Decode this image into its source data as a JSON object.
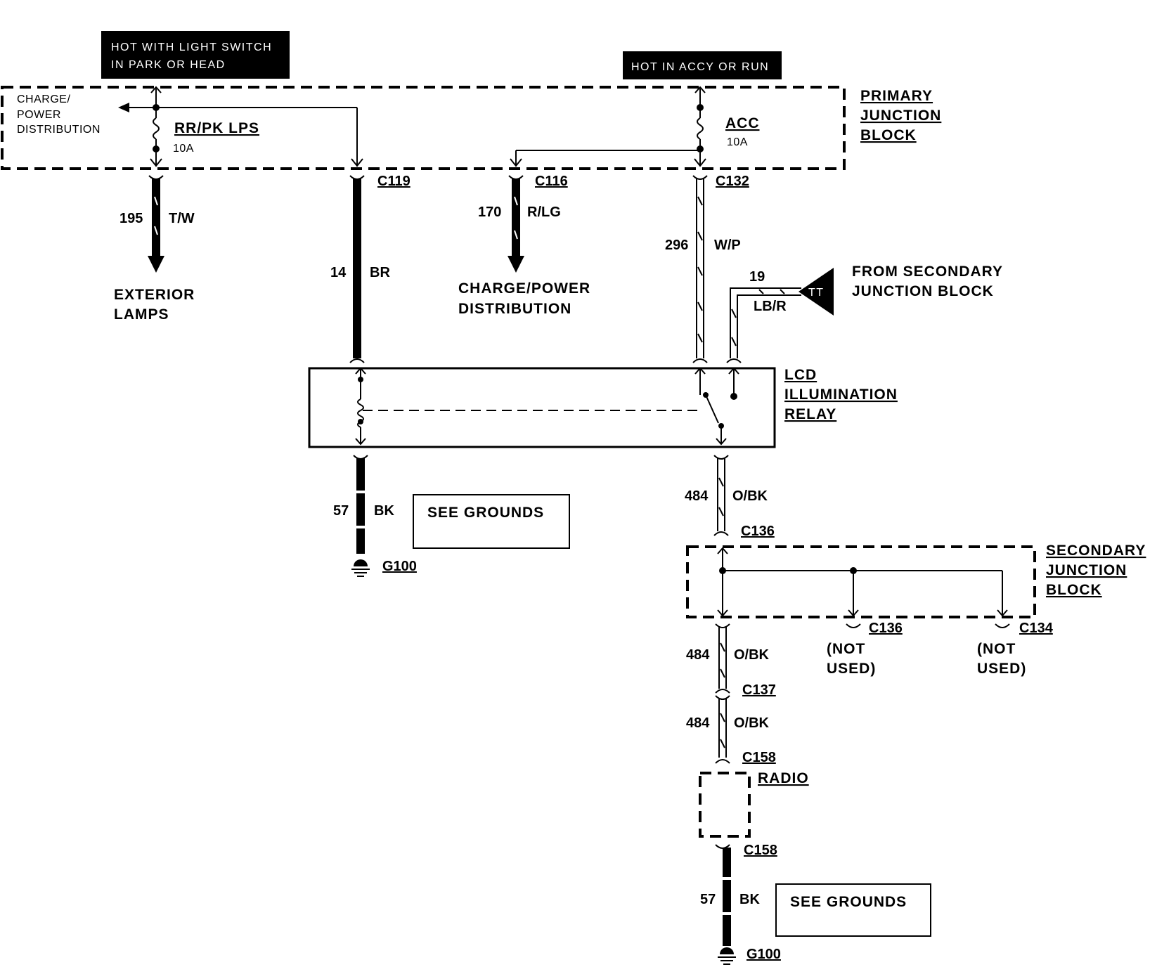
{
  "top_labels": {
    "hot_light_switch": [
      "HOT WITH  LIGHT SWITCH",
      "IN PARK OR HEAD"
    ],
    "hot_accy_run": "HOT IN ACCY OR RUN"
  },
  "primary_block": {
    "label": [
      "PRIMARY",
      "JUNCTION",
      "BLOCK"
    ],
    "charge_power": [
      "CHARGE/",
      "POWER",
      "DISTRIBUTION"
    ],
    "fuse_left_name": "RR/PK LPS",
    "fuse_left_rating": "10A",
    "fuse_right_name": "ACC",
    "fuse_right_rating": "10A"
  },
  "connectors": {
    "c119": "C119",
    "c116": "C116",
    "c132": "C132",
    "c136_top": "C136",
    "c136_unused": "C136",
    "c134": "C134",
    "c137": "C137",
    "c158_top": "C158",
    "c158_bottom": "C158"
  },
  "wires": {
    "w195": {
      "num": "195",
      "color": "T/W"
    },
    "w14": {
      "num": "14",
      "color": "BR"
    },
    "w170": {
      "num": "170",
      "color": "R/LG"
    },
    "w296": {
      "num": "296",
      "color": "W/P"
    },
    "w19": {
      "num": "19",
      "color": "LB/R"
    },
    "w57a": {
      "num": "57",
      "color": "BK"
    },
    "w484a": {
      "num": "484",
      "color": "O/BK"
    },
    "w484b": {
      "num": "484",
      "color": "O/BK"
    },
    "w484c": {
      "num": "484",
      "color": "O/BK"
    },
    "w57b": {
      "num": "57",
      "color": "BK"
    }
  },
  "destinations": {
    "exterior_lamps": [
      "EXTERIOR",
      "LAMPS"
    ],
    "charge_power_dist": [
      "CHARGE/POWER",
      "DISTRIBUTION"
    ],
    "from_secondary": [
      "FROM SECONDARY",
      "JUNCTION BLOCK"
    ],
    "tt_symbol": "TT"
  },
  "relay": {
    "label": [
      "LCD",
      "ILLUMINATION",
      "RELAY"
    ]
  },
  "secondary_block": {
    "label": [
      "SECONDARY",
      "JUNCTION",
      "BLOCK"
    ]
  },
  "not_used": [
    "(NOT",
    "USED)"
  ],
  "radio": "RADIO",
  "see_grounds": "SEE GROUNDS",
  "grounds": {
    "g_top": "G100",
    "g_bottom": "G100"
  }
}
